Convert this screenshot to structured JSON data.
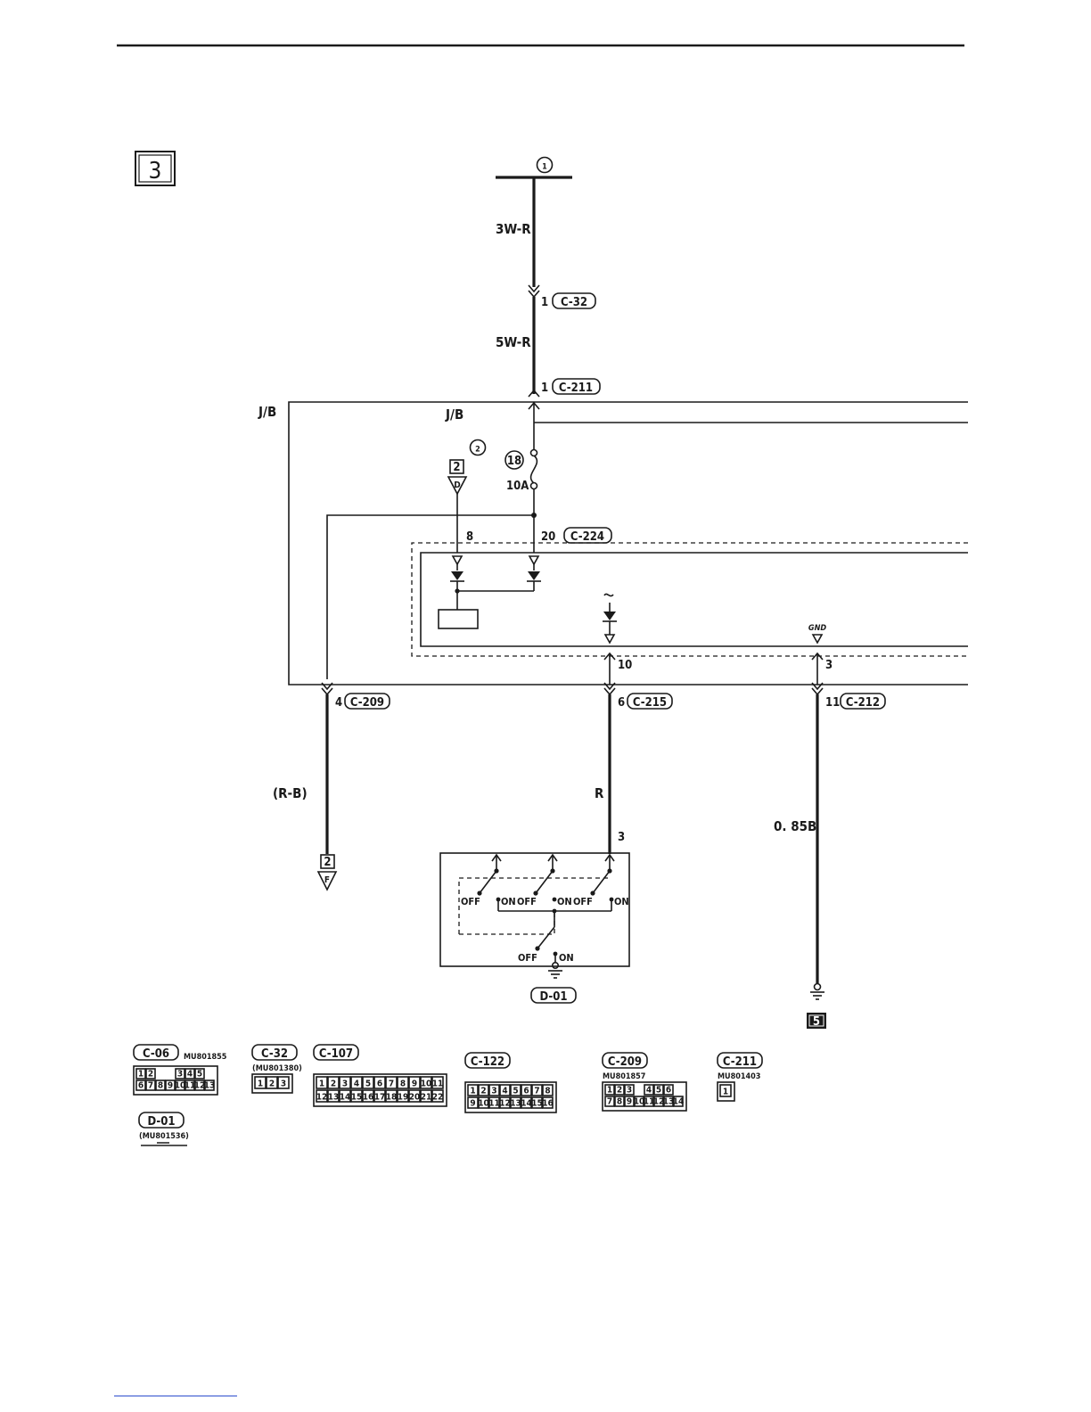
{
  "page": {
    "section_number": "3",
    "fuse_number": "18",
    "fuse_rating": "10A",
    "ground_reference": "5",
    "junction_block_outer": "J/B",
    "junction_block_inner": "J/B",
    "gnd_label": "GND",
    "circle_refs": [
      "1",
      "2"
    ]
  },
  "connectors": {
    "c32": {
      "id": "C-32",
      "pin": "1"
    },
    "c211": {
      "id": "C-211",
      "pin": "1"
    },
    "c224": {
      "id": "C-224",
      "pin": "20",
      "pin2": "8"
    },
    "c209": {
      "id": "C-209",
      "pin": "4"
    },
    "c215": {
      "id": "C-215",
      "pin": "6",
      "inner_pin": "10"
    },
    "c212": {
      "id": "C-212",
      "pin": "11",
      "inner_pin": "3"
    },
    "d01": {
      "id": "D-01"
    }
  },
  "wires": {
    "top": "3W-R",
    "mid": "5W-R",
    "left": "(R-B)",
    "center": "R",
    "right": "0. 85B",
    "switch_pin": "3"
  },
  "offpage": {
    "d": {
      "page": "2",
      "letter": "D"
    },
    "f": {
      "page": "2",
      "letter": "F"
    }
  },
  "switch_labels": {
    "off1": "OFF",
    "on1": "ON",
    "off2": "OFF",
    "on2": "ON",
    "off3": "OFF",
    "on3": "ON",
    "off4": "OFF",
    "on4": "ON"
  },
  "legend": [
    {
      "id": "C-06",
      "part": "MU801855",
      "rows": [
        [
          "1",
          "2",
          "",
          "",
          "3",
          "4",
          "5"
        ],
        [
          "6",
          "7",
          "8",
          "9",
          "10",
          "11",
          "12",
          "13"
        ]
      ]
    },
    {
      "id": "C-32",
      "part": "(MU801380)",
      "rows": [
        [
          "1",
          "2",
          "3"
        ]
      ]
    },
    {
      "id": "C-107",
      "part": "",
      "rows": [
        [
          "1",
          "2",
          "3",
          "4",
          "5",
          "6",
          "7",
          "8",
          "9",
          "10",
          "11"
        ],
        [
          "12",
          "13",
          "14",
          "15",
          "16",
          "17",
          "18",
          "19",
          "20",
          "21",
          "22"
        ]
      ]
    },
    {
      "id": "C-122",
      "part": "",
      "rows": [
        [
          "1",
          "2",
          "3",
          "4",
          "5",
          "6",
          "7",
          "8"
        ],
        [
          "9",
          "10",
          "11",
          "12",
          "13",
          "14",
          "15",
          "16"
        ]
      ]
    },
    {
      "id": "C-209",
      "part": "MU801857",
      "rows": [
        [
          "1",
          "2",
          "3",
          "",
          "4",
          "5",
          "6"
        ],
        [
          "7",
          "8",
          "9",
          "10",
          "11",
          "12",
          "13",
          "14"
        ]
      ]
    },
    {
      "id": "C-211",
      "part": "MU801403",
      "rows": [
        [
          "1"
        ]
      ]
    },
    {
      "id": "D-01",
      "part": "(MU801536)",
      "rows": []
    }
  ]
}
